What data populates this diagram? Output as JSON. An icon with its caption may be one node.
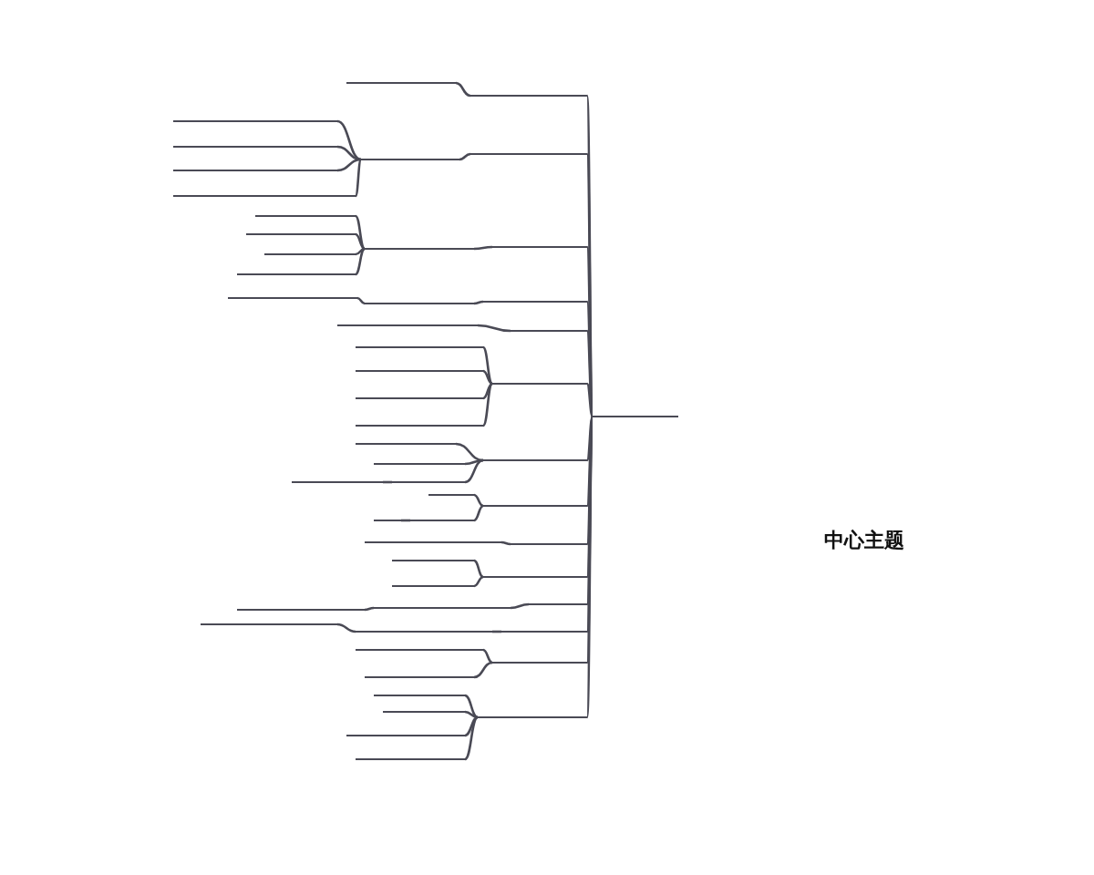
{
  "diagram": {
    "nodes": [
      {
        "text": [],
        "shape": "bar"
      },
      {
        "text": [],
        "shape": "bar"
      },
      {
        "text": [],
        "shape": "bar"
      },
      {
        "text": [],
        "shape": "bar"
      },
      {
        "text": [],
        "shape": "bar"
      },
      {
        "text": [],
        "shape": "bar"
      },
      {
        "text": [],
        "shape": "bar"
      },
      {
        "text": [],
        "shape": "bar"
      },
      {
        "text": [],
        "shape": "bar"
      },
      {
        "text": [],
        "shape": "bar"
      },
      {
        "text": [],
        "shape": "bar"
      },
      {
        "text": [],
        "shape": "bar"
      },
      {
        "text": [],
        "shape": "bar"
      },
      {
        "text": [],
        "shape": "bar"
      },
      {
        "text": [],
        "shape": "bar"
      },
      {
        "text": [],
        "shape": "bar"
      },
      {
        "text": [],
        "shape": "bar"
      },
      {
        "text": [],
        "shape": "bar"
      },
      {
        "text": [],
        "shape": "bar"
      },
      {
        "text": [],
        "shape": "bar"
      },
      {
        "text": [],
        "shape": "bar"
      },
      {
        "text": [],
        "shape": "bar"
      },
      {
        "text": [],
        "shape": "bar"
      },
      {
        "text": [],
        "shape": "bar"
      },
      {
        "text": [],
        "shape": "bar"
      },
      {
        "text": [],
        "shape": "bar"
      },
      {
        "text": [],
        "shape": "bar"
      },
      {
        "text": [],
        "shape": "bar"
      },
      {
        "text": [],
        "shape": "bar"
      },
      {
        "text": [],
        "shape": "bar"
      },
      {
        "text": [],
        "shape": "bar"
      },
      {
        "text": [],
        "shape": "bar"
      },
      {
        "text": [],
        "shape": "bar"
      },
      {
        "text": [],
        "shape": "bar"
      },
      {
        "text": [],
        "shape": "bar"
      },
      {
        "text": [],
        "shape": "bar"
      },
      {
        "text": [],
        "shape": "bar"
      },
      {
        "text": [],
        "shape": "bar"
      },
      {
        "text": [],
        "shape": "bar"
      },
      {
        "text": [],
        "shape": "bar"
      },
      {
        "text": [],
        "shape": "bar"
      },
      {
        "text": [],
        "shape": "bar"
      },
      {
        "text": [],
        "shape": "bar"
      },
      {
        "text": [],
        "shape": "bar"
      },
      {
        "text": [],
        "shape": "bar"
      },
      {
        "text": [],
        "shape": "bar"
      },
      {
        "text": [],
        "shape": "bar"
      },
      {
        "text": [],
        "shape": "bar"
      },
      {
        "text": [],
        "shape": "bar"
      },
      {
        "text": [],
        "shape": "bar"
      },
      {
        "text": [],
        "shape": "bar"
      },
      {
        "text": [],
        "shape": "bar"
      },
      {
        "text": [],
        "shape": "bar"
      }
    ],
    "edges": [
      {
        "from": 0,
        "to": 1,
        "arrow": "none"
      },
      {
        "from": 1,
        "to": 2,
        "arrow": "none"
      },
      {
        "from": 0,
        "to": 3,
        "arrow": "none"
      },
      {
        "from": 3,
        "to": 4,
        "arrow": "none"
      },
      {
        "from": 4,
        "to": 5,
        "arrow": "none"
      },
      {
        "from": 4,
        "to": 6,
        "arrow": "none"
      },
      {
        "from": 4,
        "to": 7,
        "arrow": "none"
      },
      {
        "from": 4,
        "to": 8,
        "arrow": "none"
      },
      {
        "from": 0,
        "to": 9,
        "arrow": "none"
      },
      {
        "from": 9,
        "to": 10,
        "arrow": "none"
      },
      {
        "from": 10,
        "to": 11,
        "arrow": "none"
      },
      {
        "from": 10,
        "to": 12,
        "arrow": "none"
      },
      {
        "from": 10,
        "to": 13,
        "arrow": "none"
      },
      {
        "from": 10,
        "to": 14,
        "arrow": "none"
      },
      {
        "from": 0,
        "to": 15,
        "arrow": "none"
      },
      {
        "from": 15,
        "to": 16,
        "arrow": "none"
      },
      {
        "from": 16,
        "to": 17,
        "arrow": "none"
      },
      {
        "from": 0,
        "to": 18,
        "arrow": "none"
      },
      {
        "from": 18,
        "to": 19,
        "arrow": "none"
      },
      {
        "from": 0,
        "to": 20,
        "arrow": "none"
      },
      {
        "from": 20,
        "to": 21,
        "arrow": "none"
      },
      {
        "from": 20,
        "to": 22,
        "arrow": "none"
      },
      {
        "from": 20,
        "to": 23,
        "arrow": "none"
      },
      {
        "from": 20,
        "to": 24,
        "arrow": "none"
      },
      {
        "from": 0,
        "to": 25,
        "arrow": "none"
      },
      {
        "from": 25,
        "to": 26,
        "arrow": "none"
      },
      {
        "from": 25,
        "to": 27,
        "arrow": "none"
      },
      {
        "from": 25,
        "to": 28,
        "arrow": "none"
      },
      {
        "from": 28,
        "to": 29,
        "arrow": "none"
      },
      {
        "from": 0,
        "to": 30,
        "arrow": "none"
      },
      {
        "from": 30,
        "to": 31,
        "arrow": "none"
      },
      {
        "from": 30,
        "to": 32,
        "arrow": "none"
      },
      {
        "from": 32,
        "to": 33,
        "arrow": "none"
      },
      {
        "from": 0,
        "to": 34,
        "arrow": "none"
      },
      {
        "from": 34,
        "to": 35,
        "arrow": "none"
      },
      {
        "from": 0,
        "to": 36,
        "arrow": "none"
      },
      {
        "from": 36,
        "to": 37,
        "arrow": "none"
      },
      {
        "from": 36,
        "to": 38,
        "arrow": "none"
      },
      {
        "from": 0,
        "to": 39,
        "arrow": "none"
      },
      {
        "from": 39,
        "to": 40,
        "arrow": "none"
      },
      {
        "from": 40,
        "to": 41,
        "arrow": "none"
      },
      {
        "from": 0,
        "to": 42,
        "arrow": "none"
      },
      {
        "from": 42,
        "to": 43,
        "arrow": "none"
      },
      {
        "from": 43,
        "to": 44,
        "arrow": "none"
      },
      {
        "from": 0,
        "to": 45,
        "arrow": "none"
      },
      {
        "from": 45,
        "to": 46,
        "arrow": "none"
      },
      {
        "from": 45,
        "to": 47,
        "arrow": "none"
      },
      {
        "from": 0,
        "to": 48,
        "arrow": "none"
      },
      {
        "from": 48,
        "to": 49,
        "arrow": "none"
      },
      {
        "from": 48,
        "to": 50,
        "arrow": "none"
      },
      {
        "from": 48,
        "to": 51,
        "arrow": "none"
      },
      {
        "from": 48,
        "to": 52,
        "arrow": "none"
      }
    ],
    "labels": [
      "中心主题"
    ]
  }
}
